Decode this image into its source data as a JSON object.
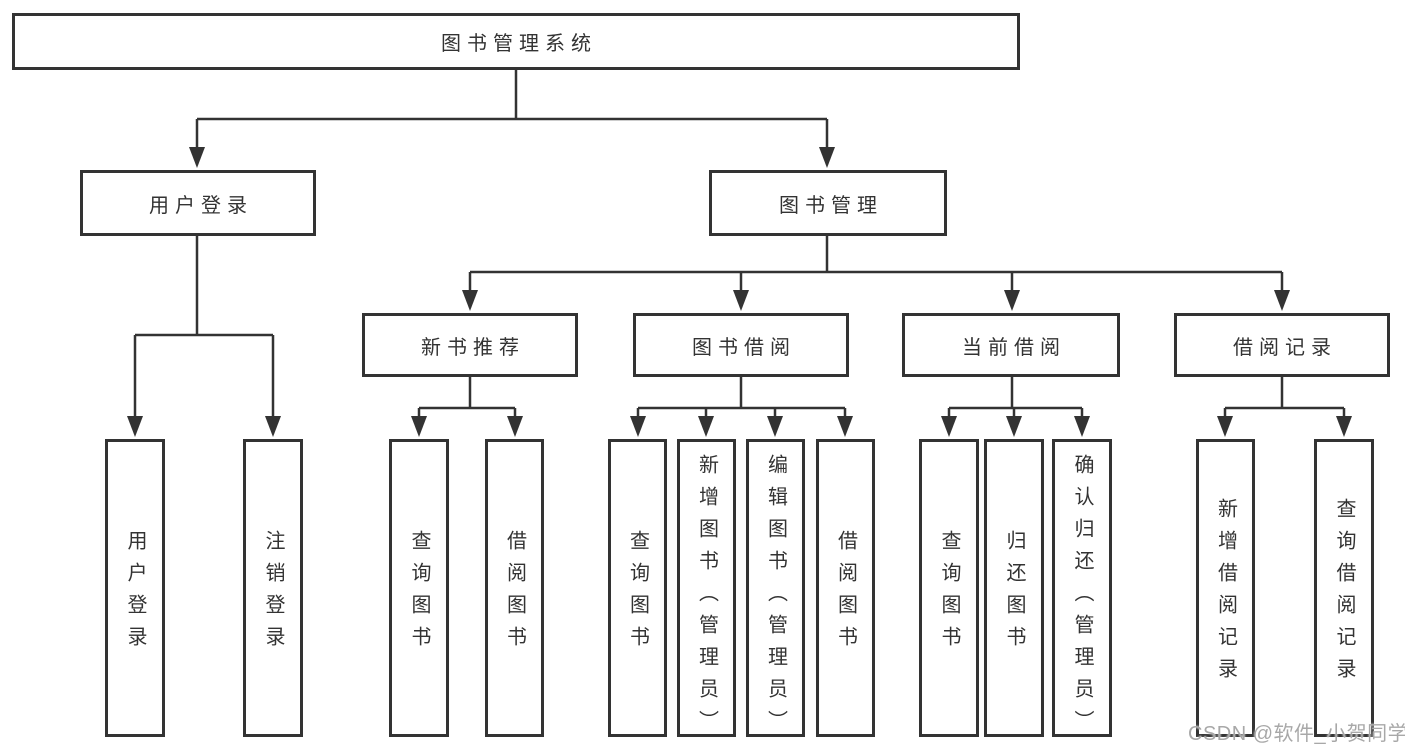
{
  "diagram": {
    "root": {
      "label": "图书管理系统"
    },
    "branches": [
      {
        "label": "用户登录",
        "children": [
          {
            "label": "用户登录"
          },
          {
            "label": "注销登录"
          }
        ]
      },
      {
        "label": "图书管理",
        "children": [
          {
            "label": "新书推荐",
            "children": [
              {
                "label": "查询图书"
              },
              {
                "label": "借阅图书"
              }
            ]
          },
          {
            "label": "图书借阅",
            "children": [
              {
                "label": "查询图书"
              },
              {
                "label": "新增图书（管理员）"
              },
              {
                "label": "编辑图书（管理员）"
              },
              {
                "label": "借阅图书"
              }
            ]
          },
          {
            "label": "当前借阅",
            "children": [
              {
                "label": "查询图书"
              },
              {
                "label": "归还图书"
              },
              {
                "label": "确认归还（管理员）"
              }
            ]
          },
          {
            "label": "借阅记录",
            "children": [
              {
                "label": "新增借阅记录"
              },
              {
                "label": "查询借阅记录"
              }
            ]
          }
        ]
      }
    ]
  },
  "watermark": {
    "text": "CSDN @软件_小贺同学"
  },
  "colors": {
    "line": "#333333",
    "box_border": "#333333",
    "text": "#333333",
    "watermark": "#a8a8a8",
    "background": "#ffffff"
  }
}
